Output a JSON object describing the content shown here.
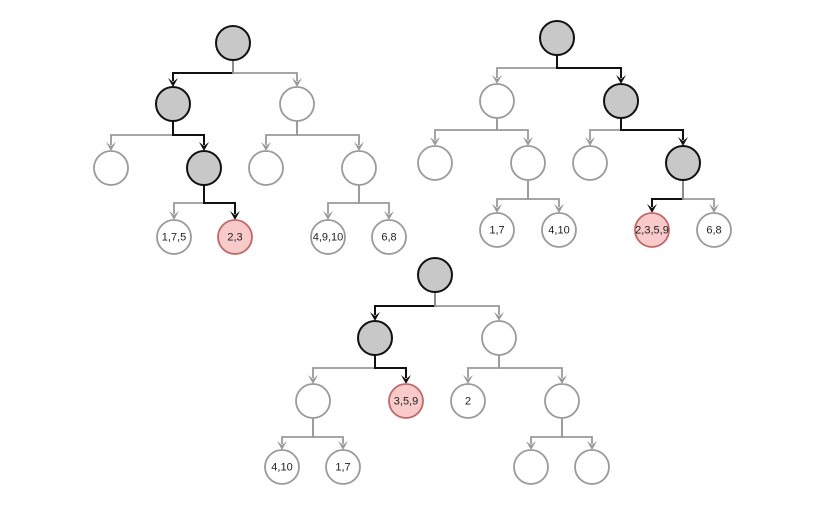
{
  "colors": {
    "edge_default": "#9a9a9a",
    "edge_path": "#111111",
    "node_default_stroke": "#9a9a9a",
    "node_default_fill": "#ffffff",
    "node_path_fill": "#c8c8c8",
    "node_path_stroke": "#111111",
    "node_target_fill": "#f8caca",
    "node_target_stroke": "#c06868"
  },
  "trees": [
    {
      "name": "tree-1",
      "nodes": [
        {
          "id": "r",
          "label": "",
          "state": "path"
        },
        {
          "id": "a",
          "label": "",
          "state": "path"
        },
        {
          "id": "b",
          "label": "",
          "state": "default"
        },
        {
          "id": "aa",
          "label": "",
          "state": "default"
        },
        {
          "id": "ab",
          "label": "",
          "state": "path"
        },
        {
          "id": "ba",
          "label": "",
          "state": "default"
        },
        {
          "id": "bb",
          "label": "",
          "state": "default"
        },
        {
          "id": "aba",
          "label": "1,7,5",
          "state": "default"
        },
        {
          "id": "abb",
          "label": "2,3",
          "state": "target"
        },
        {
          "id": "bba",
          "label": "4,9,10",
          "state": "default"
        },
        {
          "id": "bbb",
          "label": "6,8",
          "state": "default"
        }
      ],
      "edges": [
        [
          "r",
          "a",
          true
        ],
        [
          "r",
          "b",
          false
        ],
        [
          "a",
          "aa",
          false
        ],
        [
          "a",
          "ab",
          true
        ],
        [
          "b",
          "ba",
          false
        ],
        [
          "b",
          "bb",
          false
        ],
        [
          "ab",
          "aba",
          false
        ],
        [
          "ab",
          "abb",
          true
        ],
        [
          "bb",
          "bba",
          false
        ],
        [
          "bb",
          "bbb",
          false
        ]
      ]
    },
    {
      "name": "tree-2",
      "nodes": [
        {
          "id": "r",
          "label": "",
          "state": "path"
        },
        {
          "id": "a",
          "label": "",
          "state": "default"
        },
        {
          "id": "b",
          "label": "",
          "state": "path"
        },
        {
          "id": "aa",
          "label": "",
          "state": "default"
        },
        {
          "id": "ab",
          "label": "",
          "state": "default"
        },
        {
          "id": "ba",
          "label": "",
          "state": "default"
        },
        {
          "id": "bb",
          "label": "",
          "state": "path"
        },
        {
          "id": "aba",
          "label": "1,7",
          "state": "default"
        },
        {
          "id": "abb",
          "label": "4,10",
          "state": "default"
        },
        {
          "id": "bba",
          "label": "2,3,5,9",
          "state": "target"
        },
        {
          "id": "bbb",
          "label": "6,8",
          "state": "default"
        }
      ],
      "edges": [
        [
          "r",
          "a",
          false
        ],
        [
          "r",
          "b",
          true
        ],
        [
          "a",
          "aa",
          false
        ],
        [
          "a",
          "ab",
          false
        ],
        [
          "b",
          "ba",
          false
        ],
        [
          "b",
          "bb",
          true
        ],
        [
          "ab",
          "aba",
          false
        ],
        [
          "ab",
          "abb",
          false
        ],
        [
          "bb",
          "bba",
          true
        ],
        [
          "bb",
          "bbb",
          false
        ]
      ]
    },
    {
      "name": "tree-3",
      "nodes": [
        {
          "id": "r",
          "label": "",
          "state": "path"
        },
        {
          "id": "a",
          "label": "",
          "state": "path"
        },
        {
          "id": "b",
          "label": "",
          "state": "default"
        },
        {
          "id": "aa",
          "label": "",
          "state": "default"
        },
        {
          "id": "ab",
          "label": "3,5,9",
          "state": "target"
        },
        {
          "id": "ba",
          "label": "2",
          "state": "default"
        },
        {
          "id": "bb",
          "label": "",
          "state": "default"
        },
        {
          "id": "aaa",
          "label": "4,10",
          "state": "default"
        },
        {
          "id": "aab",
          "label": "1,7",
          "state": "default"
        },
        {
          "id": "bba",
          "label": "",
          "state": "default"
        },
        {
          "id": "bbb",
          "label": "",
          "state": "default"
        }
      ],
      "edges": [
        [
          "r",
          "a",
          true
        ],
        [
          "r",
          "b",
          false
        ],
        [
          "a",
          "aa",
          false
        ],
        [
          "a",
          "ab",
          true
        ],
        [
          "b",
          "ba",
          false
        ],
        [
          "b",
          "bb",
          false
        ],
        [
          "aa",
          "aaa",
          false
        ],
        [
          "aa",
          "aab",
          false
        ],
        [
          "bb",
          "bba",
          false
        ],
        [
          "bb",
          "bbb",
          false
        ]
      ]
    }
  ]
}
